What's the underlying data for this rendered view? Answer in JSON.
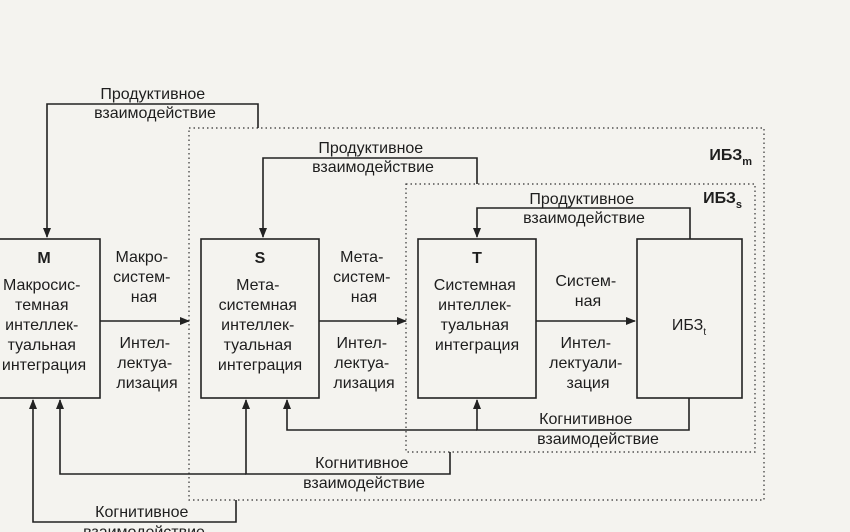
{
  "zones": {
    "m_label": "ИБЗ",
    "m_sub": "m",
    "s_label": "ИБЗ",
    "s_sub": "s"
  },
  "blocks": {
    "m": {
      "letter": "М",
      "lines": [
        "Макросис-",
        "темная",
        "интеллек-",
        "туальная",
        "интеграция"
      ]
    },
    "s": {
      "letter": "S",
      "lines": [
        "Мета-",
        "системная",
        "интеллек-",
        "туальная",
        "интеграция"
      ]
    },
    "t": {
      "letter": "Т",
      "lines": [
        "Системная",
        "интеллек-",
        "туальная",
        "интеграция"
      ]
    },
    "ibz_t": {
      "label": "ИБЗ",
      "sub": "t"
    }
  },
  "flows": {
    "ms_top": [
      "Макро-",
      "систем-",
      "ная"
    ],
    "ms_bottom": [
      "Интел-",
      "лектуа-",
      "лизация"
    ],
    "st_top": [
      "Мета-",
      "систем-",
      "ная"
    ],
    "st_bottom": [
      "Интел-",
      "лектуа-",
      "лизация"
    ],
    "ti_top": [
      "Систем-",
      "ная"
    ],
    "ti_bottom": [
      "Интел-",
      "лектуали-",
      "зация"
    ]
  },
  "feedback": {
    "prod_outer": [
      "Продуктивное",
      "взаимодействие"
    ],
    "prod_mid": [
      "Продуктивное",
      "взаимодействие"
    ],
    "prod_inner": [
      "Продуктивное",
      "взаимодействие"
    ],
    "cog_inner": [
      "Когнитивное",
      "взаимодействие"
    ],
    "cog_mid": [
      "Когнитивное",
      "взаимодействие"
    ],
    "cog_outer": [
      "Когнитивное",
      "взаимодействие"
    ]
  }
}
